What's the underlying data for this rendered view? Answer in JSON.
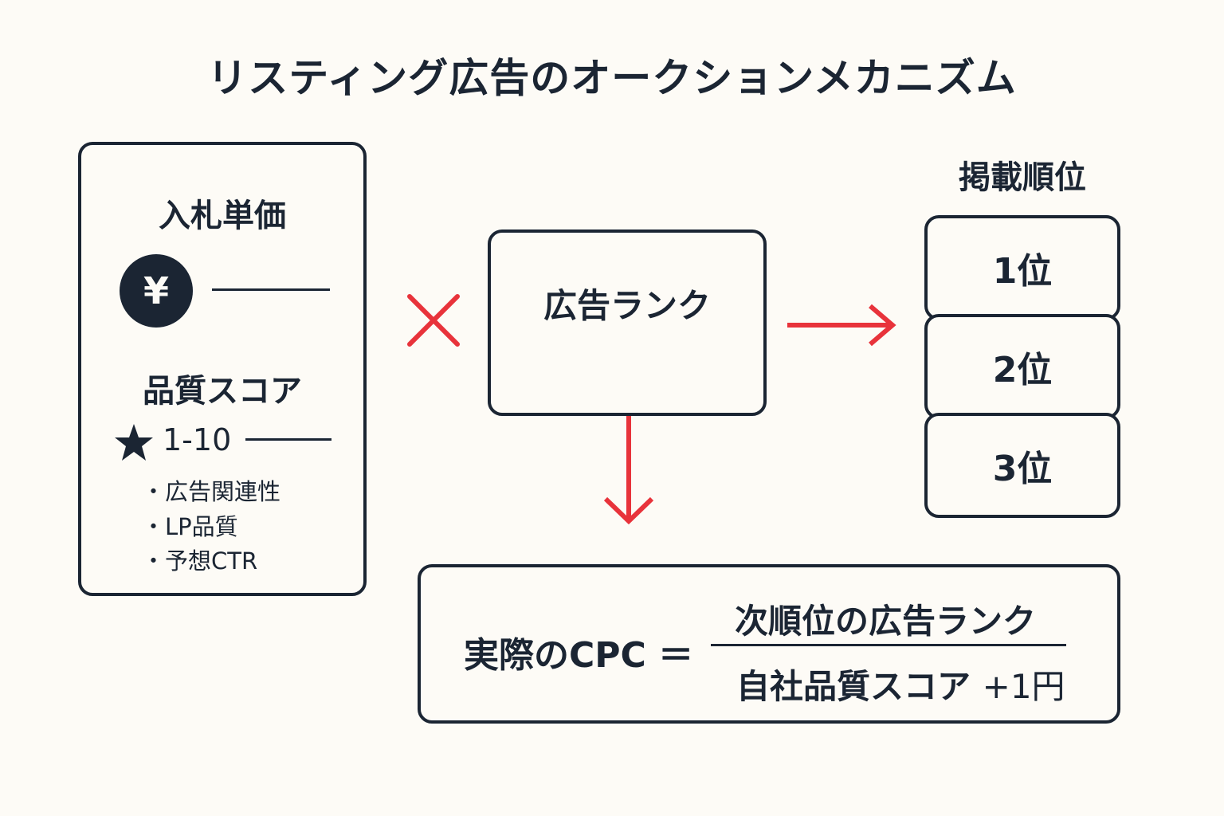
{
  "title": "リスティング広告のオークションメカニズム",
  "inputs": {
    "bid": {
      "label": "入札単価",
      "icon": "yen-icon",
      "symbol": "¥"
    },
    "quality_score": {
      "label": "品質スコア",
      "icon": "star-icon",
      "range": "1-10",
      "factors": [
        "・広告関連性",
        "・LP品質",
        "・予想CTR"
      ]
    }
  },
  "operator_icon": "multiply-icon",
  "ad_rank": {
    "label": "広告ランク"
  },
  "positions": {
    "header": "掲載順位",
    "items": [
      "1位",
      "2位",
      "3位"
    ]
  },
  "cpc_formula": {
    "lhs": "実際のCPC ＝",
    "numerator": "次順位の広告ランク",
    "denominator": "自社品質スコア",
    "addend": "+1円"
  },
  "colors": {
    "ink": "#1b2533",
    "accent": "#e8333b",
    "background": "#fdfbf6"
  }
}
